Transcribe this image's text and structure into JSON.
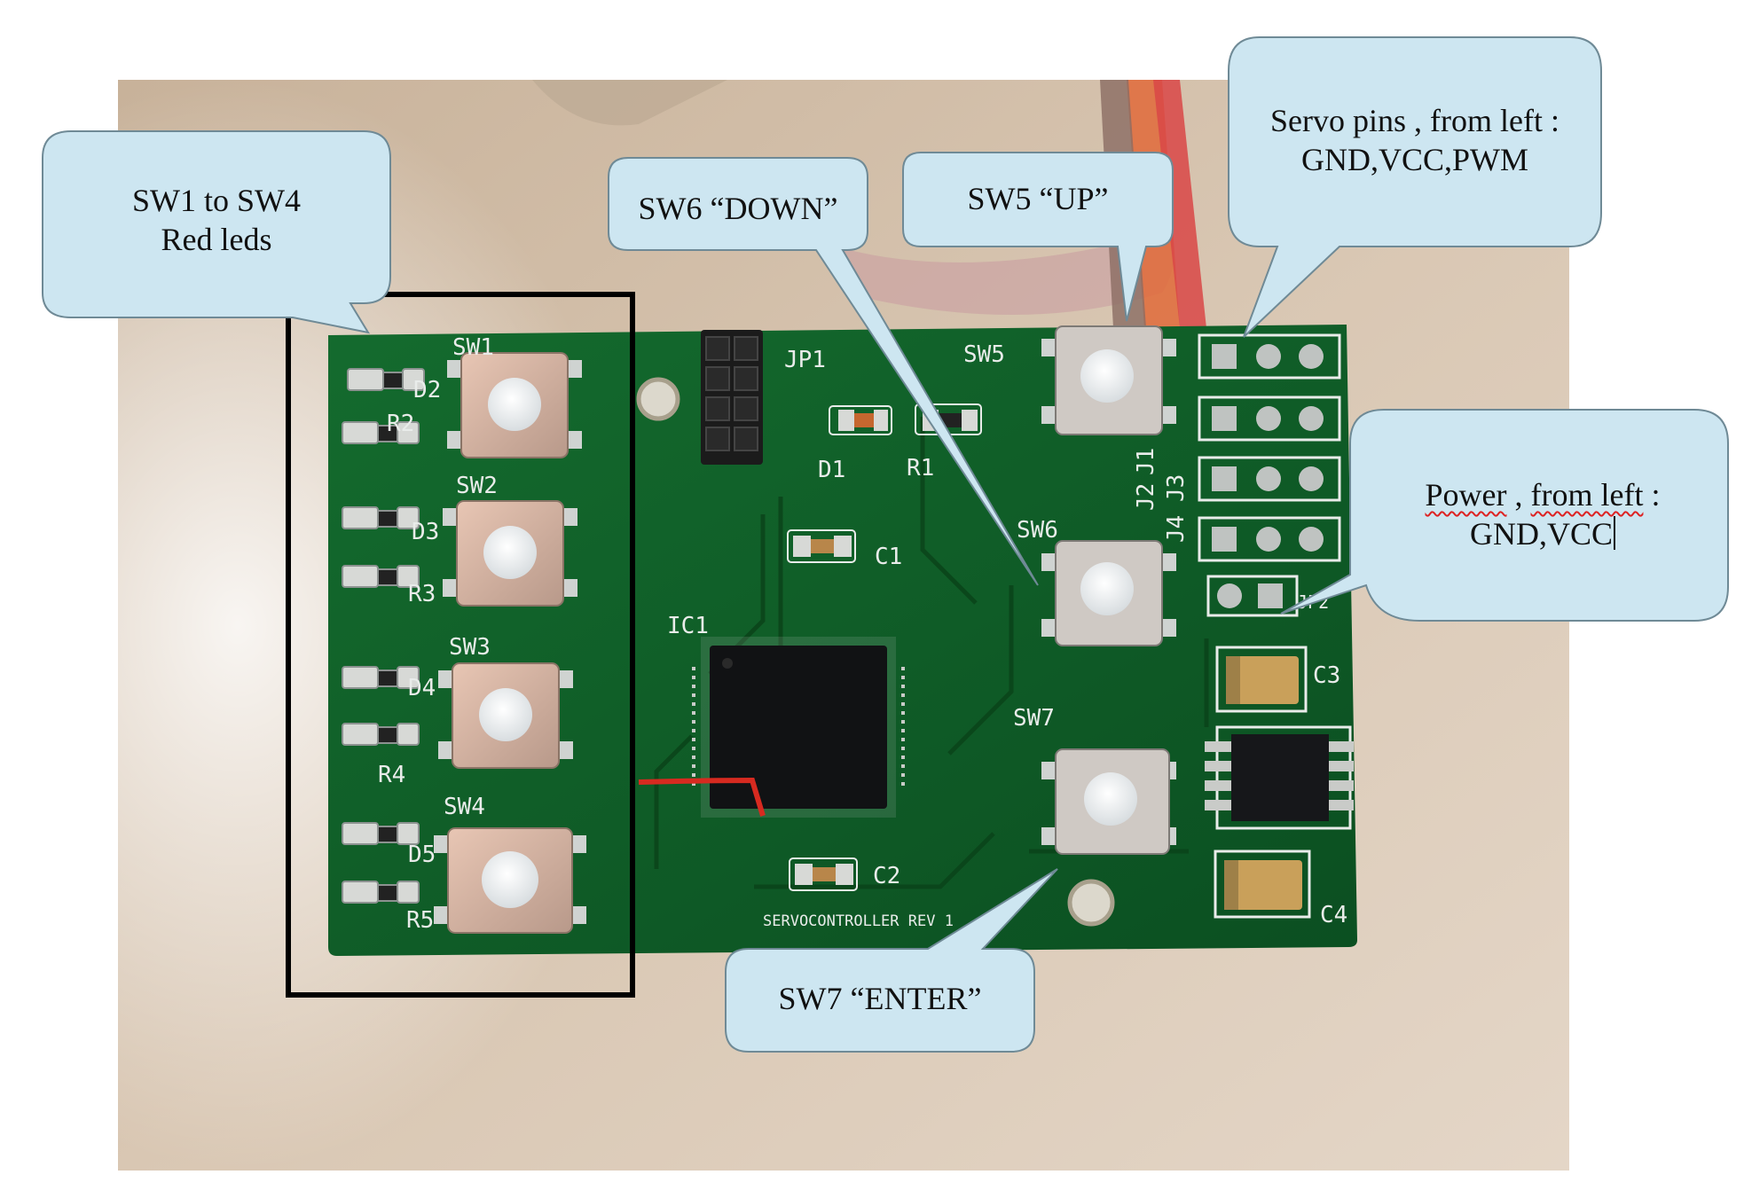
{
  "callouts": {
    "sw1_sw4": {
      "line1": "SW1 to SW4",
      "line2": "Red leds"
    },
    "sw6": {
      "text": "SW6 “DOWN”"
    },
    "sw5": {
      "text": "SW5 “UP”"
    },
    "servo": {
      "line1": "Servo pins , from left :",
      "line2": "GND,VCC,PWM"
    },
    "power": {
      "word1": "Power",
      "rest1": " , ",
      "word2": "from left",
      "rest2": " :",
      "line2": "GND,VCC"
    },
    "sw7": {
      "text": "SW7 “ENTER”"
    }
  },
  "pcb_labels": {
    "sw1": "SW1",
    "sw2": "SW2",
    "sw3": "SW3",
    "sw4": "SW4",
    "sw5": "SW5",
    "sw6": "SW6",
    "sw7": "SW7",
    "d1": "D1",
    "d2": "D2",
    "d3": "D3",
    "d4": "D4",
    "d5": "D5",
    "r1": "R1",
    "r2": "R2",
    "r3": "R3",
    "r4": "R4",
    "r5": "R5",
    "jp1": "JP1",
    "jp2": "JP2",
    "j1": "J1",
    "j2": "J2",
    "j3": "J3",
    "j4": "J4",
    "c1": "C1",
    "c2": "C2",
    "c3": "C3",
    "c4": "C4",
    "ic1": "IC1",
    "board_name": "SERVOCONTROLLER REV 1"
  },
  "colors": {
    "callout_fill": "#cde6f1",
    "callout_stroke": "#6f8a96",
    "pcb_green": "#0f5a26",
    "silkscreen": "#e9ecea",
    "highlight_box": "#000000"
  }
}
